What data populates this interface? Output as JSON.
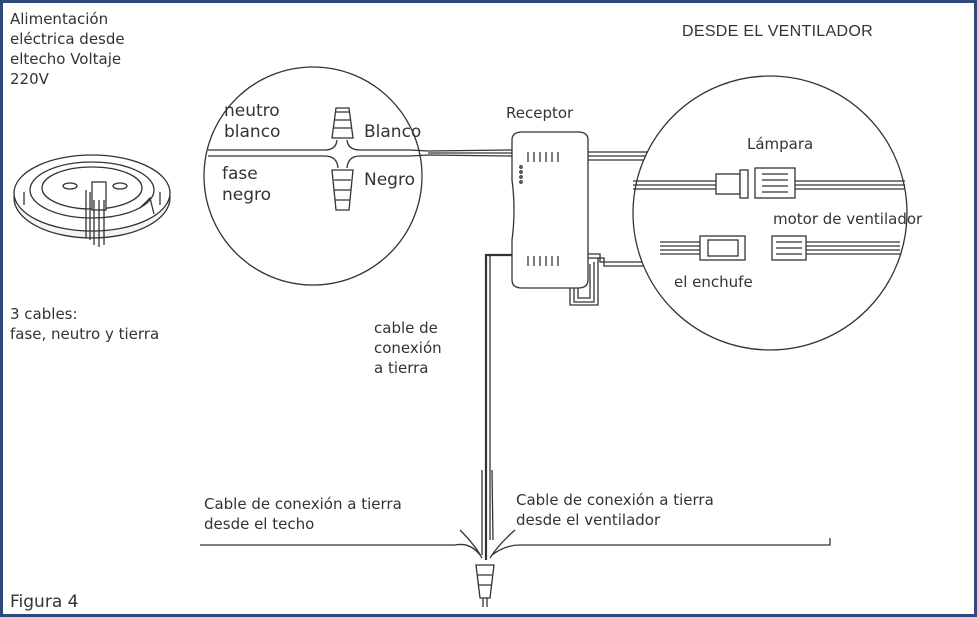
{
  "header": {
    "title": "DESDE EL VENTILADOR",
    "power_supply": "Alimentación\neléctrica desde\neltecho Voltaje\n220V"
  },
  "ceiling_plate": {
    "cables_note": "3 cables:\nfase, neutro y tierra"
  },
  "left_detail": {
    "neutral": "neutro\nblanco",
    "phase": "fase\nnegro",
    "white": "Blanco",
    "black": "Negro"
  },
  "receiver": {
    "label": "Receptor",
    "ground_cable": "cable de\nconexión\na tierra"
  },
  "right_detail": {
    "lamp": "Lámpara",
    "motor": "motor de ventilador",
    "plug": "el enchufe"
  },
  "ground": {
    "from_ceiling": "Cable de conexión a tierra\ndesde el techo",
    "from_fan": "Cable de conexión a tierra\ndesde el ventilador"
  },
  "figure_caption": "Figura 4",
  "colors": {
    "frame": "#2f4a7a",
    "line": "#333333"
  }
}
